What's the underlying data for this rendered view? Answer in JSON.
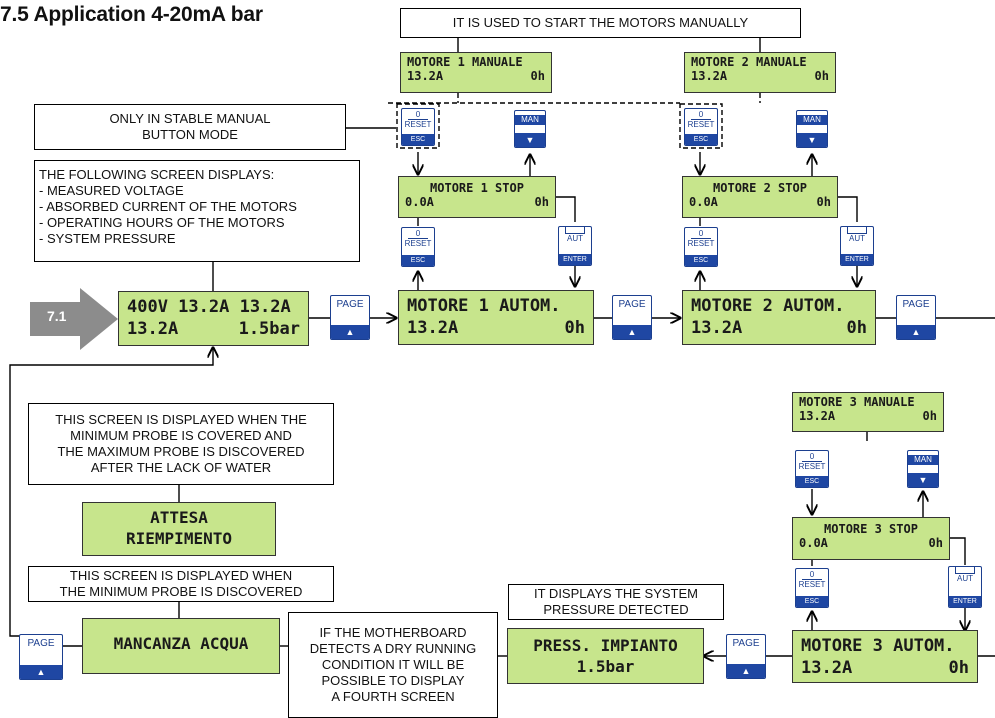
{
  "title": "7.5 Application 4-20mA bar",
  "notes": {
    "start_manually": "IT IS USED TO START THE MOTORS MANUALLY",
    "stable_manual": [
      "ONLY IN STABLE MANUAL",
      "BUTTON MODE"
    ],
    "following_screen": [
      "THE FOLLOWING SCREEN DISPLAYS:",
      "- MEASURED VOLTAGE",
      "- ABSORBED CURRENT OF THE MOTORS",
      "- OPERATING HOURS OF THE MOTORS",
      "- SYSTEM PRESSURE"
    ],
    "attesa_note": [
      "THIS SCREEN IS DISPLAYED WHEN THE",
      "MINIMUM PROBE IS COVERED AND",
      "THE MAXIMUM PROBE IS DISCOVERED",
      "AFTER THE LACK OF WATER"
    ],
    "mancanza_note": [
      "THIS SCREEN IS DISPLAYED WHEN",
      "THE MINIMUM PROBE IS DISCOVERED"
    ],
    "dry_running": [
      "IF THE MOTHERBOARD",
      "DETECTS A DRY RUNNING",
      "CONDITION IT WILL BE",
      "POSSIBLE TO DISPLAY",
      "A FOURTH SCREEN"
    ],
    "pressure_detected": [
      "IT DISPLAYS THE SYSTEM",
      "PRESSURE DETECTED"
    ]
  },
  "badge": "7.1",
  "lcd": {
    "m1_manual": [
      "MOTORE 1 MANUALE",
      "13.2A",
      "0h"
    ],
    "m2_manual": [
      "MOTORE 2 MANUALE",
      "13.2A",
      "0h"
    ],
    "m3_manual": [
      "MOTORE 3 MANUALE",
      "13.2A",
      "0h"
    ],
    "m1_stop": [
      "MOTORE 1 STOP",
      "0.0A",
      "0h"
    ],
    "m2_stop": [
      "MOTORE 2 STOP",
      "0.0A",
      "0h"
    ],
    "m3_stop": [
      "MOTORE 3 STOP",
      "0.0A",
      "0h"
    ],
    "main": [
      "400V 13.2A 13.2A",
      "13.2A",
      "1.5bar"
    ],
    "m1_autom": [
      "MOTORE 1 AUTOM.",
      "13.2A",
      "0h"
    ],
    "m2_autom": [
      "MOTORE 2 AUTOM.",
      "13.2A",
      "0h"
    ],
    "m3_autom": [
      "MOTORE 3 AUTOM.",
      "13.2A",
      "0h"
    ],
    "attesa": [
      "ATTESA",
      "RIEMPIMENTO"
    ],
    "mancanza": [
      "MANCANZA ACQUA"
    ],
    "press": [
      "PRESS. IMPIANTO",
      "1.5bar"
    ]
  },
  "buttons": {
    "page": "PAGE",
    "man": "MAN",
    "reset_top": "0",
    "reset_mid": "RESET",
    "reset_bot": "ESC",
    "aut_mid": "AUT",
    "aut_bot": "ENTER",
    "arrow_up": "▲",
    "arrow_down": "▼"
  }
}
